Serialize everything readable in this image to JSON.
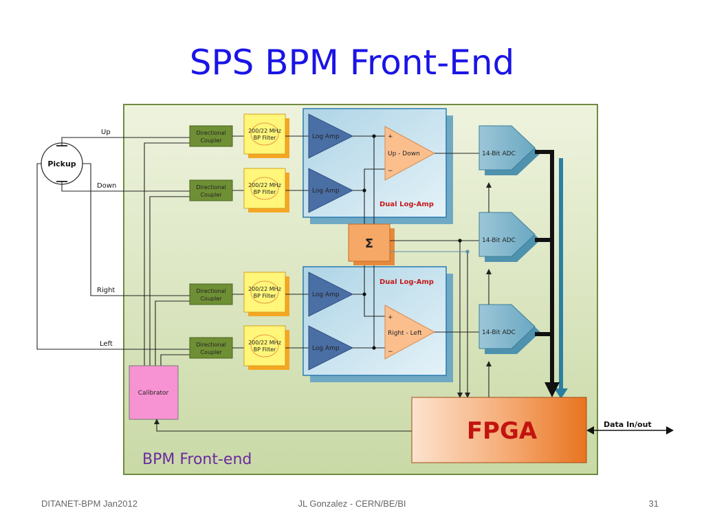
{
  "slide": {
    "title": "SPS BPM Front-End",
    "footer_left": "DITANET-BPM Jan2012",
    "footer_center": "JL Gonzalez - CERN/BE/BI",
    "footer_right": "31"
  },
  "diagram": {
    "board_label": "BPM Front-end",
    "pickup": "Pickup",
    "channels": [
      "Up",
      "Down",
      "Right",
      "Left"
    ],
    "coupler_line1": "Directional",
    "coupler_line2": "Coupler",
    "filter_line1": "200/22 MHz",
    "filter_line2": "BP Filter",
    "log_amp": "Log Amp",
    "dual_log_amp": "Dual Log-Amp",
    "up_down": "Up - Down",
    "right_left": "Right - Left",
    "plus": "+",
    "minus": "−",
    "sigma": "Σ",
    "adc": "14-Bit ADC",
    "calibrator": "Calibrator",
    "fpga": "FPGA",
    "data_io": "Data In/out"
  }
}
